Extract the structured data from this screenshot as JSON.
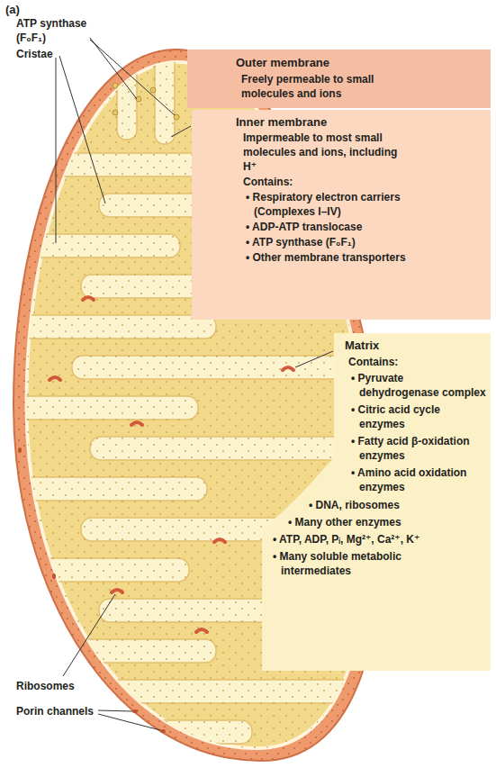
{
  "diagram": {
    "nodes": [
      {
        "text": [
          "Outer membrane",
          "Freely permeable to small molecules and ions"
        ]
      },
      {
        "text": [
          "Inner membrane",
          "Impermeable to most small molecules and ions, including H⁺",
          "Contains:",
          "• Respiratory electron carriers (Complexes I–IV)",
          "• ADP-ATP translocase",
          "• ATP synthase (F₀F₁)",
          "• Other membrane transporters"
        ]
      },
      {
        "text": [
          "Matrix",
          "Contains:",
          "• Pyruvate dehydrogenase complex",
          "• Citric acid cycle enzymes",
          "• Fatty acid β-oxidation enzymes",
          "• Amino acid oxidation enzymes",
          "• DNA, ribosomes",
          "• Many other enzymes",
          "• ATP, ADP, Pᵢ, Mg²⁺, Ca²⁺, K⁺",
          "• Many soluble metabolic intermediates"
        ]
      }
    ],
    "labels": [
      "(a)",
      "ATP synthase (F₀F₁)",
      "Cristae",
      "Ribosomes",
      "Porin channels"
    ]
  }
}
